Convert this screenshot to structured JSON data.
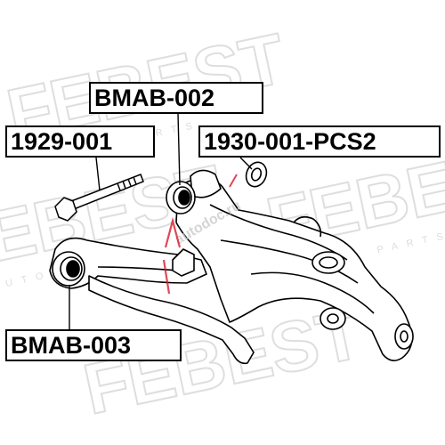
{
  "labels": {
    "bmab002": "BMAB-002",
    "p1929": "1929-001",
    "p1930": "1930-001-PCS2",
    "bmab003": "BMAB-003"
  },
  "watermark": {
    "brand": "FEBEST",
    "side_text": "AUTO PARTS",
    "site": "autodoc.ru"
  },
  "colors": {
    "line": "#000000",
    "watermark": "#d8d8d8",
    "accent": "#d81a2a"
  }
}
